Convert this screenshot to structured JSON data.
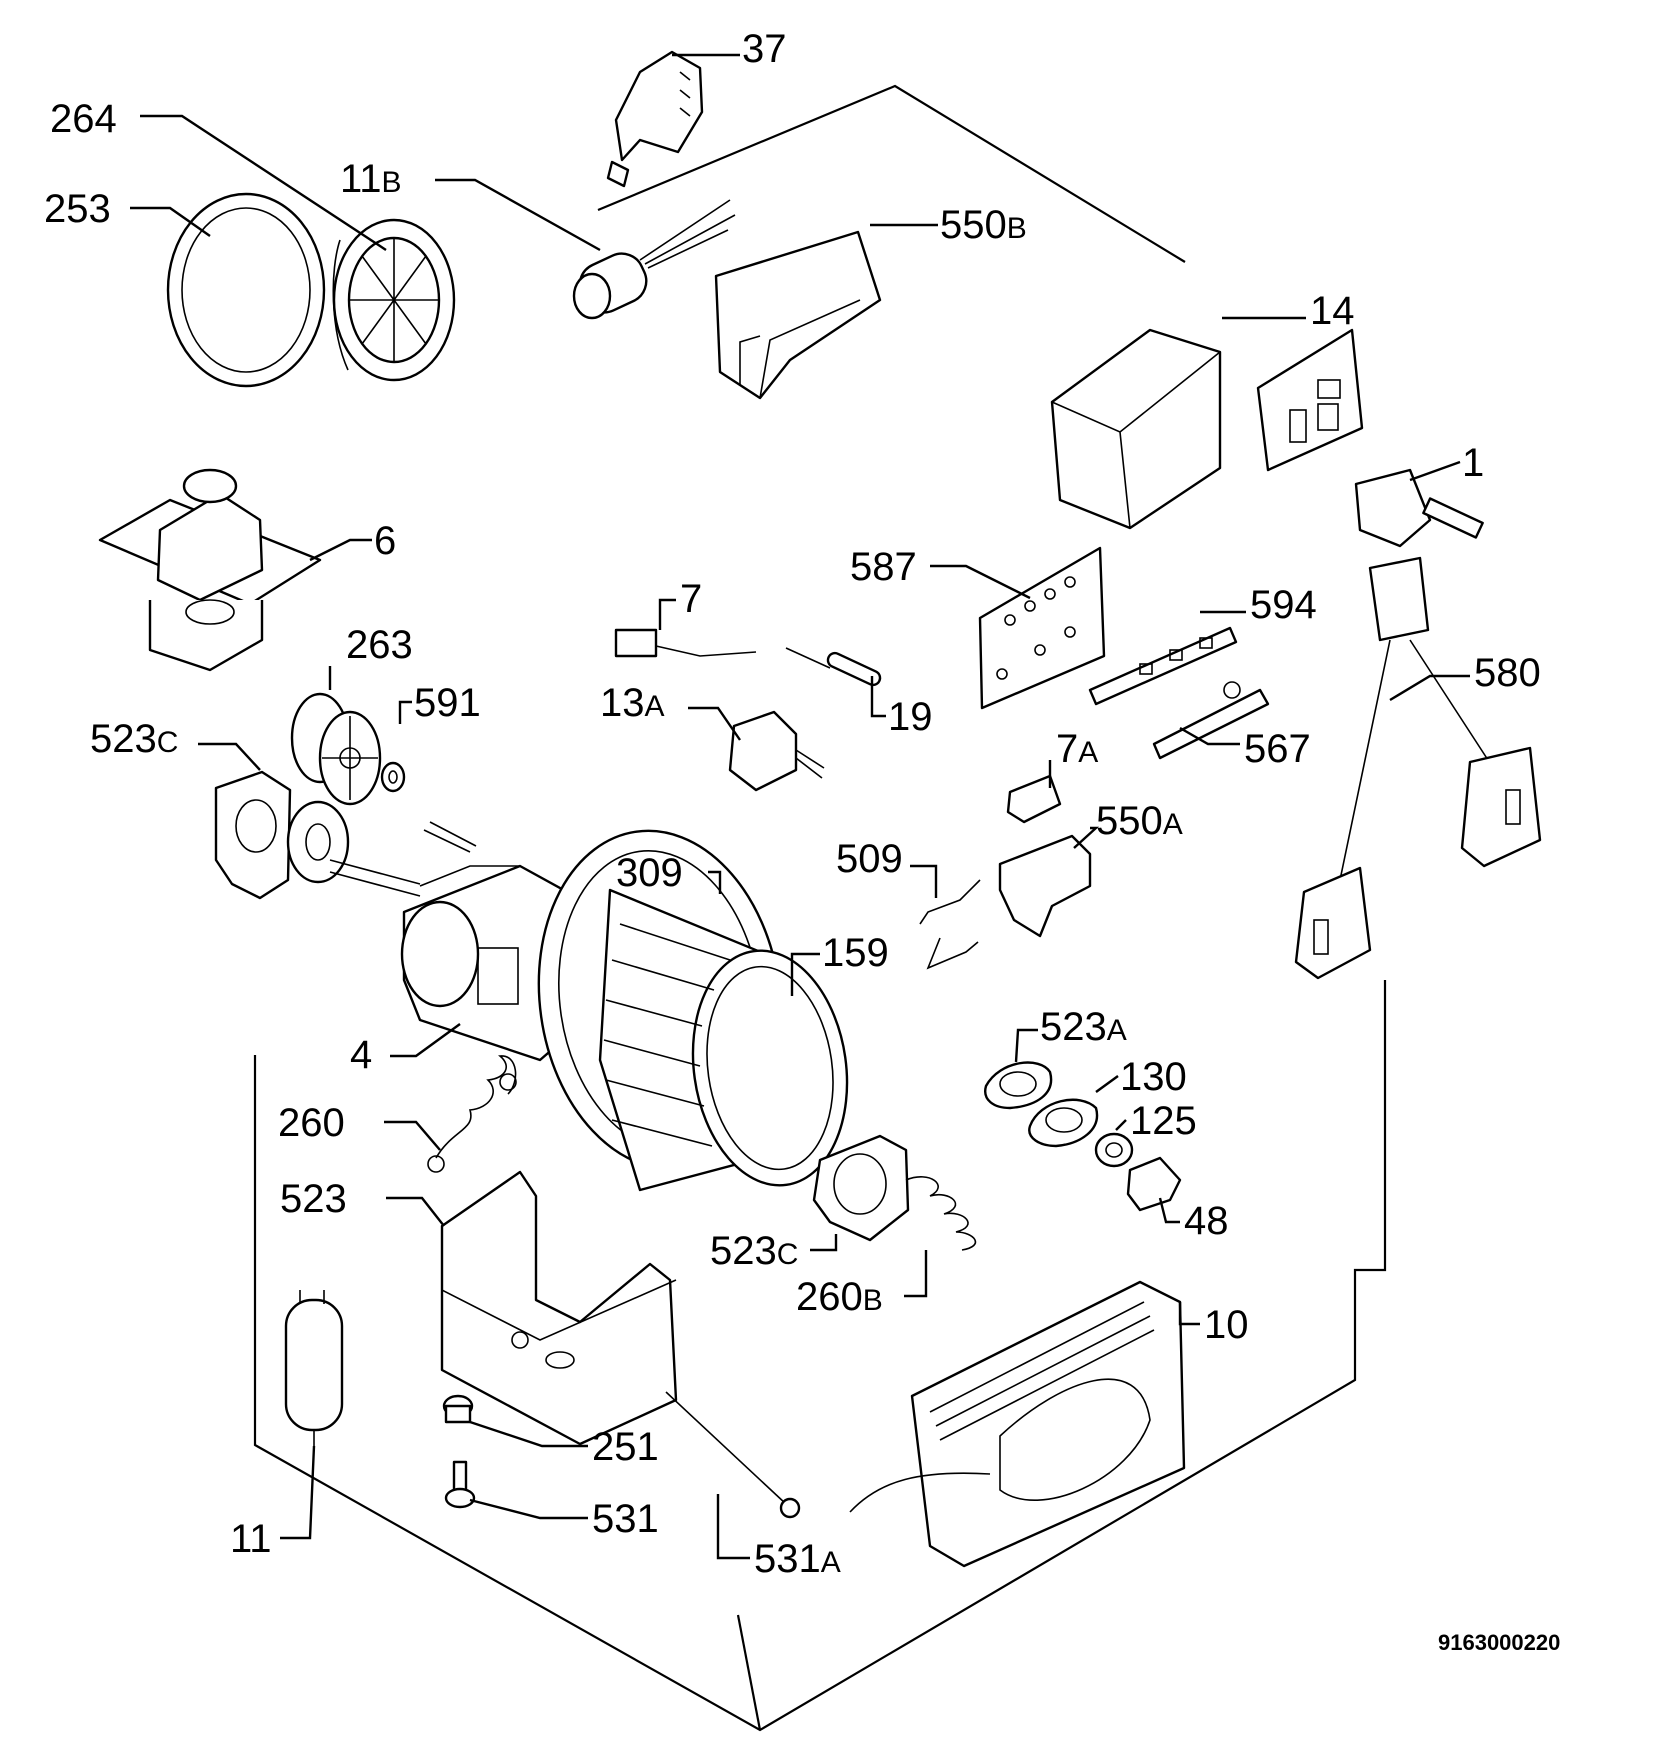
{
  "diagram": {
    "drawing_code": "9163000220",
    "callouts": [
      {
        "id": "c-37",
        "num": "37",
        "suf": ""
      },
      {
        "id": "c-264",
        "num": "264",
        "suf": ""
      },
      {
        "id": "c-11b",
        "num": "11",
        "suf": "B"
      },
      {
        "id": "c-550b",
        "num": "550",
        "suf": "B"
      },
      {
        "id": "c-253",
        "num": "253",
        "suf": ""
      },
      {
        "id": "c-14",
        "num": "14",
        "suf": ""
      },
      {
        "id": "c-1",
        "num": "1",
        "suf": ""
      },
      {
        "id": "c-6",
        "num": "6",
        "suf": ""
      },
      {
        "id": "c-587",
        "num": "587",
        "suf": ""
      },
      {
        "id": "c-7",
        "num": "7",
        "suf": ""
      },
      {
        "id": "c-594",
        "num": "594",
        "suf": ""
      },
      {
        "id": "c-263",
        "num": "263",
        "suf": ""
      },
      {
        "id": "c-580",
        "num": "580",
        "suf": ""
      },
      {
        "id": "c-591",
        "num": "591",
        "suf": ""
      },
      {
        "id": "c-13a",
        "num": "13",
        "suf": "A"
      },
      {
        "id": "c-19",
        "num": "19",
        "suf": ""
      },
      {
        "id": "c-523c",
        "num": "523",
        "suf": "C"
      },
      {
        "id": "c-567",
        "num": "567",
        "suf": ""
      },
      {
        "id": "c-7a",
        "num": "7",
        "suf": "A"
      },
      {
        "id": "c-550a",
        "num": "550",
        "suf": "A"
      },
      {
        "id": "c-509",
        "num": "509",
        "suf": ""
      },
      {
        "id": "c-309",
        "num": "309",
        "suf": ""
      },
      {
        "id": "c-159",
        "num": "159",
        "suf": ""
      },
      {
        "id": "c-523a",
        "num": "523",
        "suf": "A"
      },
      {
        "id": "c-4",
        "num": "4",
        "suf": ""
      },
      {
        "id": "c-130",
        "num": "130",
        "suf": ""
      },
      {
        "id": "c-260",
        "num": "260",
        "suf": ""
      },
      {
        "id": "c-125",
        "num": "125",
        "suf": ""
      },
      {
        "id": "c-523",
        "num": "523",
        "suf": ""
      },
      {
        "id": "c-48",
        "num": "48",
        "suf": ""
      },
      {
        "id": "c-523c2",
        "num": "523",
        "suf": "C"
      },
      {
        "id": "c-260b",
        "num": "260",
        "suf": "B"
      },
      {
        "id": "c-10",
        "num": "10",
        "suf": ""
      },
      {
        "id": "c-251",
        "num": "251",
        "suf": ""
      },
      {
        "id": "c-531",
        "num": "531",
        "suf": ""
      },
      {
        "id": "c-11",
        "num": "11",
        "suf": ""
      },
      {
        "id": "c-531a",
        "num": "531",
        "suf": "A"
      }
    ]
  }
}
